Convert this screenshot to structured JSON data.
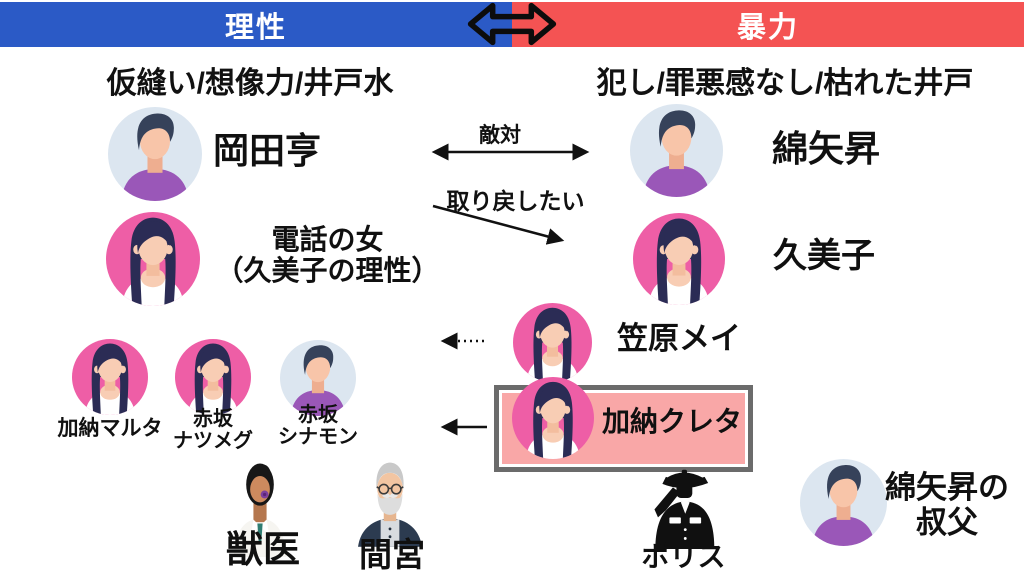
{
  "header": {
    "left_label": "理性",
    "right_label": "暴力",
    "left_color": "#2b5ac6",
    "right_color": "#f45353",
    "arrow_icon": "left-right-double-arrow-icon"
  },
  "subtitles": {
    "left": "仮縫い/想像力/井戸水",
    "right": "犯し/罪悪感なし/枯れた井戸"
  },
  "relations": {
    "hostility_label": "敵対",
    "take_back_label": "取り戻したい"
  },
  "characters": {
    "okada": {
      "name": "岡田亨",
      "avatar": "male-avatar"
    },
    "wataya": {
      "name": "綿矢昇",
      "avatar": "male-avatar"
    },
    "phone_woman": {
      "name_line1": "電話の女",
      "name_line2": "（久美子の理性）",
      "avatar": "female-avatar"
    },
    "kumiko": {
      "name": "久美子",
      "avatar": "female-avatar"
    },
    "kasahara_may": {
      "name": "笠原メイ",
      "avatar": "female-avatar"
    },
    "kano_creta": {
      "name": "加納クレタ",
      "avatar": "female-avatar",
      "box_color": "#f9a7a7",
      "box_border_color": "#6b6b6b"
    },
    "kano_malta": {
      "name": "加納マルタ",
      "avatar": "female-avatar"
    },
    "akasaka_nutmeg": {
      "name_line1": "赤坂",
      "name_line2": "ナツメグ",
      "avatar": "female-avatar"
    },
    "akasaka_cinnamon": {
      "name_line1": "赤坂",
      "name_line2": "シナモン",
      "avatar": "male-avatar"
    },
    "vet": {
      "name": "獣医",
      "avatar": "vet-avatar"
    },
    "mamiya": {
      "name": "間宮",
      "avatar": "old-man-avatar"
    },
    "boris": {
      "name": "ボリス",
      "avatar": "saluting-soldier-silhouette"
    },
    "wataya_uncle": {
      "name_line1": "綿矢昇の",
      "name_line2": "叔父",
      "avatar": "male-avatar"
    }
  },
  "colors": {
    "female_avatar_bg": "#ee5ea6",
    "male_avatar_bg": "#dce6f0",
    "shirt_purple": "#9a57b8",
    "arrow_black": "#111111"
  }
}
